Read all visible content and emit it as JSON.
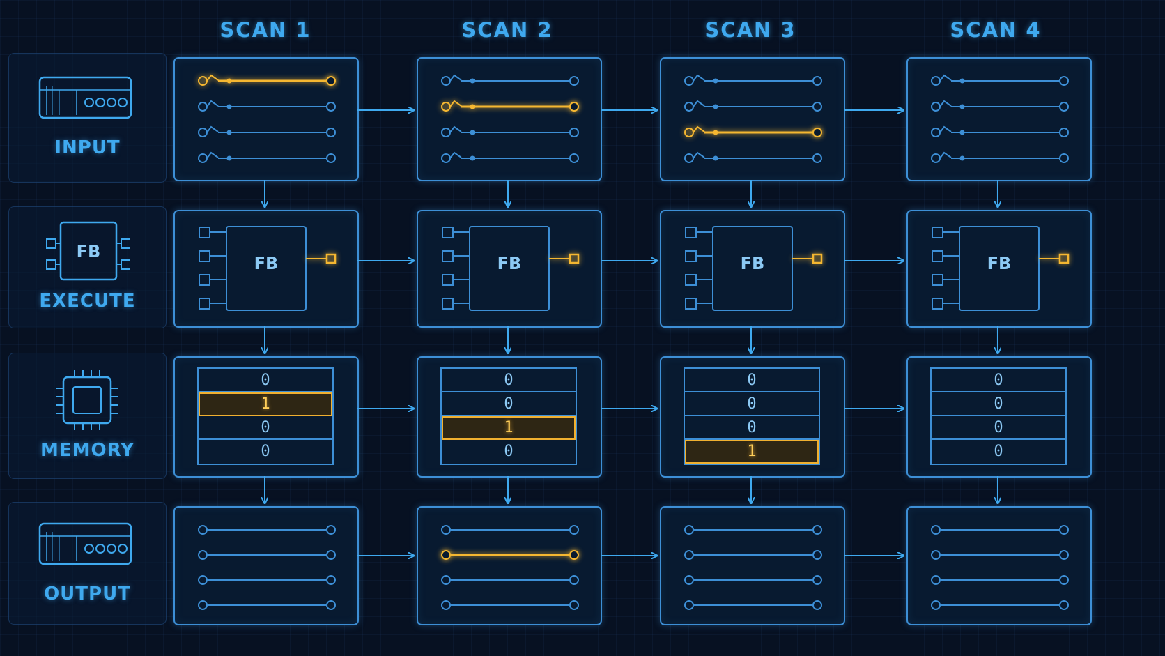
{
  "columns": [
    "SCAN 1",
    "SCAN 2",
    "SCAN 3",
    "SCAN 4"
  ],
  "rows": [
    {
      "label": "INPUT",
      "icon": "plc-module-icon"
    },
    {
      "label": "EXECUTE",
      "icon": "function-block-icon"
    },
    {
      "label": "MEMORY",
      "icon": "chip-icon"
    },
    {
      "label": "OUTPUT",
      "icon": "plc-module-icon"
    }
  ],
  "fb_label": "FB",
  "scans": [
    {
      "input_active": 0,
      "memory": [
        "0",
        "1",
        "0",
        "0"
      ],
      "memory_active": 1,
      "output_active": -1
    },
    {
      "input_active": 1,
      "memory": [
        "0",
        "0",
        "1",
        "0"
      ],
      "memory_active": 2,
      "output_active": 1
    },
    {
      "input_active": 2,
      "memory": [
        "0",
        "0",
        "0",
        "1"
      ],
      "memory_active": 3,
      "output_active": -1
    },
    {
      "input_active": -1,
      "memory": [
        "0",
        "0",
        "0",
        "0"
      ],
      "memory_active": -1,
      "output_active": -1
    }
  ],
  "colors": {
    "accent": "#3fa9ef",
    "line": "#3d8fd6",
    "active": "#f5b731",
    "background": "#071122"
  }
}
